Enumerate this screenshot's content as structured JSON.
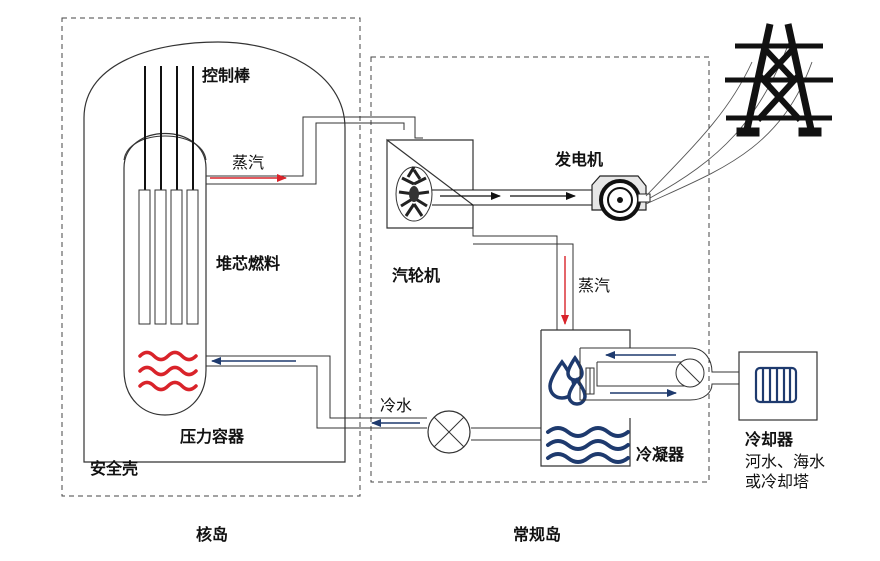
{
  "labels": {
    "control_rods": "控制棒",
    "steam_top": "蒸汽",
    "generator": "发电机",
    "turbine": "汽轮机",
    "core_fuel": "堆芯燃料",
    "steam_right": "蒸汽",
    "cold_water": "冷水",
    "pressure_vessel": "压力容器",
    "containment": "安全壳",
    "condenser": "冷凝器",
    "cooler_title": "冷却器",
    "cooler_line1": "河水、海水",
    "cooler_line2": "或冷却塔",
    "nuclear_island": "核岛",
    "conventional_island": "常规岛"
  },
  "colors": {
    "steam_arrow": "#d9232a",
    "water_arrow": "#1e3a6e",
    "wave_red": "#d9232a",
    "water_blue": "#1e3a6e",
    "pipe": "#333333",
    "dashed_border": "#444444"
  },
  "icons": [
    "pylon-icon",
    "generator-icon",
    "turbine-icon",
    "heat-waves-icon",
    "water-drops-icon",
    "water-waves-icon",
    "radiator-icon",
    "pump-icon"
  ]
}
